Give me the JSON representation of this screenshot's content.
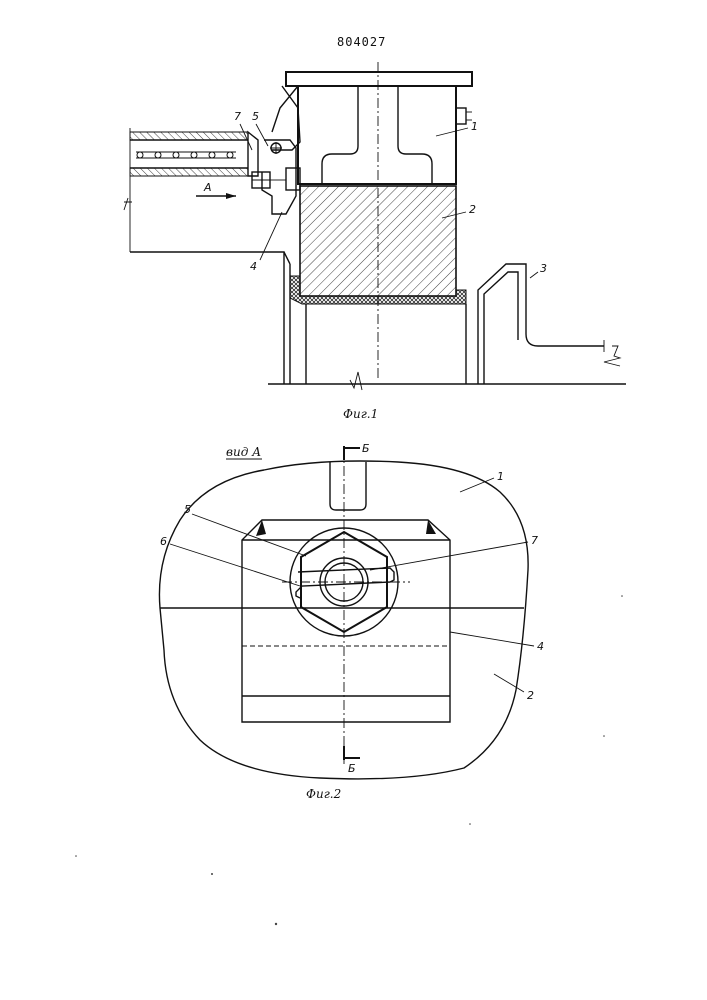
{
  "document": {
    "patent_number": "804027"
  },
  "figure1": {
    "caption": "Фиг.1",
    "view_arrow_label": "А",
    "callouts": {
      "p1": "1",
      "p2": "2",
      "p3": "3",
      "p4": "4",
      "p5": "5",
      "p7": "7"
    }
  },
  "figure2": {
    "caption": "Фиг.2",
    "view_title": "вид А",
    "section_top": "Б",
    "section_bottom": "Б",
    "callouts": {
      "p1": "1",
      "p2": "2",
      "p4": "4",
      "p5": "5",
      "p6": "6",
      "p7": "7"
    }
  }
}
